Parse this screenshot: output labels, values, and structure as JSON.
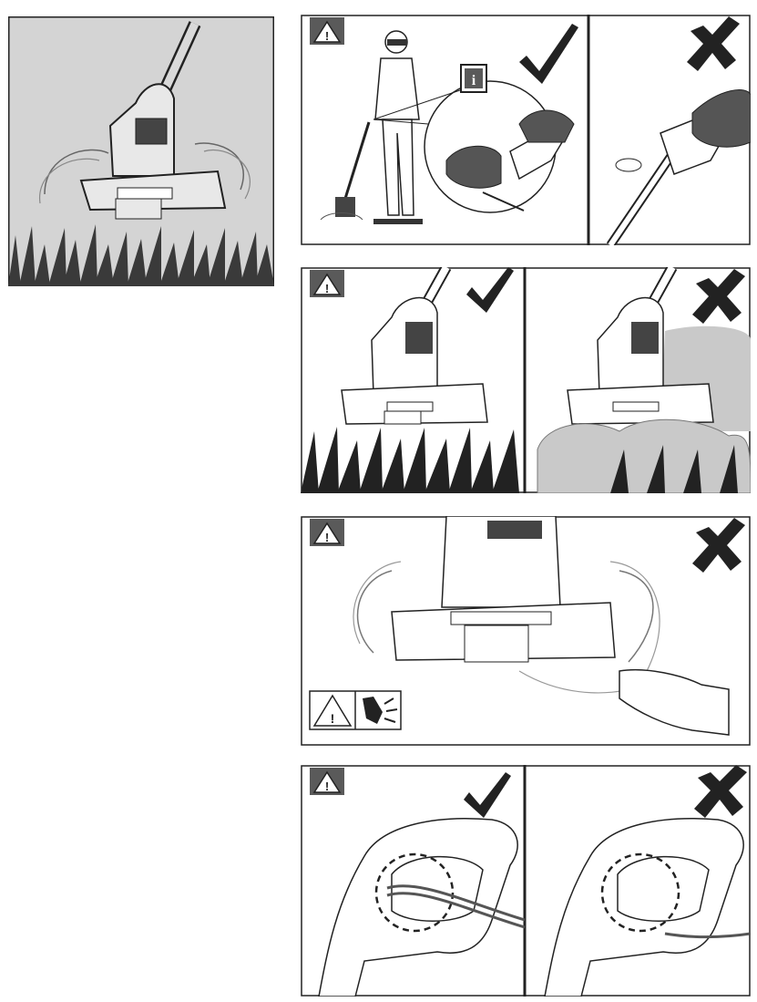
{
  "page": {
    "background": "#ffffff",
    "ink": "#222222",
    "gray_fill": "#c9c9c9",
    "dark_gray": "#5a5a5a"
  },
  "icons": {
    "warning": "warning-triangle-icon",
    "info": "info-icon",
    "check": "checkmark-icon",
    "cross": "cross-icon",
    "hand_hazard": "hand-cut-hazard-icon"
  },
  "panels": [
    {
      "id": "cover",
      "left": "cover-illustration"
    },
    {
      "id": "operating-position",
      "icons": [
        "warning",
        "check",
        "cross",
        "info"
      ]
    },
    {
      "id": "cutting-height",
      "icons": [
        "warning",
        "check",
        "cross"
      ]
    },
    {
      "id": "rotating-line-hazard",
      "icons": [
        "warning",
        "cross",
        "hand_hazard"
      ]
    },
    {
      "id": "cable-retention",
      "icons": [
        "warning",
        "check",
        "cross"
      ]
    }
  ],
  "info_glyph": "i",
  "warning_glyph": "!"
}
